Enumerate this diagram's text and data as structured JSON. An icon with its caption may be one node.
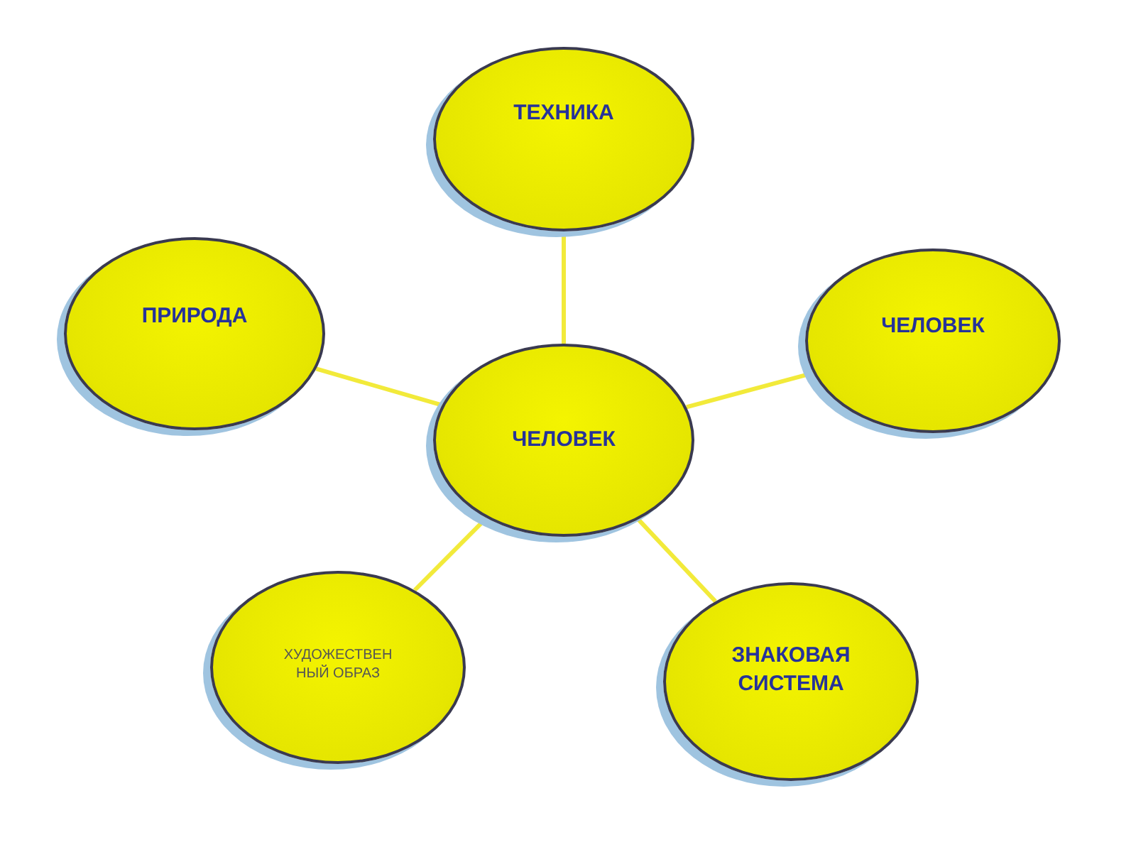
{
  "diagram": {
    "nodes": [
      {
        "text": [
          "ЧЕЛОВЕК"
        ]
      },
      {
        "text": [
          "ТЕХНИКА"
        ]
      },
      {
        "text": [
          "ПРИРОДА"
        ]
      },
      {
        "text": [
          "ЧЕЛОВЕК"
        ]
      },
      {
        "text": [
          "ХУДОЖЕСТВЕН НЫЙ ОБРАЗ"
        ]
      },
      {
        "text": [
          "ЗНАКОВАЯ СИСТЕМА"
        ]
      }
    ],
    "edges": [
      {
        "from": 0,
        "to": 1,
        "arrow": "none"
      },
      {
        "from": 0,
        "to": 2,
        "arrow": "none"
      },
      {
        "from": 0,
        "to": 3,
        "arrow": "none"
      },
      {
        "from": 0,
        "to": 4,
        "arrow": "none"
      },
      {
        "from": 0,
        "to": 5,
        "arrow": "none"
      }
    ]
  }
}
